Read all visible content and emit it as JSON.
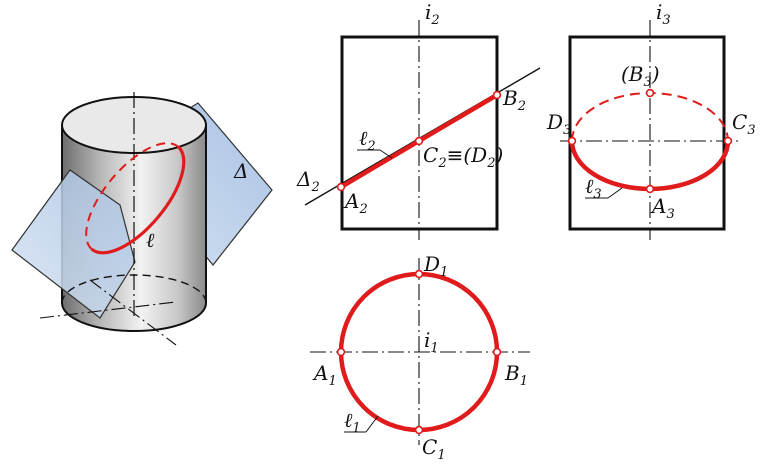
{
  "colors": {
    "ink": "#111111",
    "section": "#e01b1b",
    "plane": "#b9cde6",
    "cylinder": "#cfcfcf"
  },
  "perspective": {
    "plane_label": "Δ",
    "curve_label": "ℓ"
  },
  "front_view": {
    "axis": {
      "base": "i",
      "sub": "2"
    },
    "trace": {
      "base": "Δ",
      "sub": "2"
    },
    "curve": {
      "base": "ℓ",
      "sub": "2"
    },
    "A": {
      "base": "A",
      "sub": "2"
    },
    "B": {
      "base": "B",
      "sub": "2"
    },
    "CD": {
      "base": "C",
      "sub": "2",
      "mid": "≡(D",
      "sub2": "2",
      "close": ")"
    }
  },
  "side_view": {
    "axis": {
      "base": "i",
      "sub": "3"
    },
    "curve": {
      "base": "ℓ",
      "sub": "3"
    },
    "A": {
      "base": "A",
      "sub": "3"
    },
    "B": {
      "open": "(B",
      "sub": "3",
      "close": ")"
    },
    "C": {
      "base": "C",
      "sub": "3"
    },
    "D": {
      "base": "D",
      "sub": "3"
    }
  },
  "top_view": {
    "axis": {
      "base": "i",
      "sub": "1"
    },
    "curve": {
      "base": "ℓ",
      "sub": "1"
    },
    "A": {
      "base": "A",
      "sub": "1"
    },
    "B": {
      "base": "B",
      "sub": "1"
    },
    "C": {
      "base": "C",
      "sub": "1"
    },
    "D": {
      "base": "D",
      "sub": "1"
    }
  }
}
